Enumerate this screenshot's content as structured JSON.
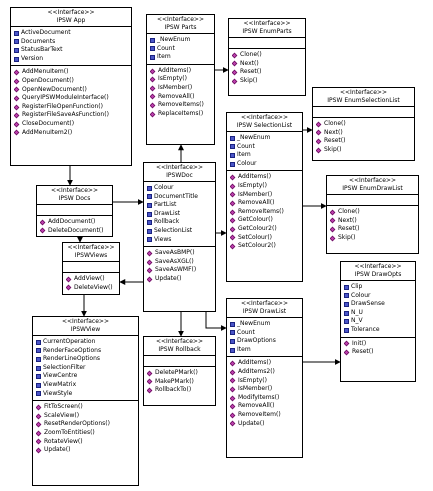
{
  "stereotype": "<<Interface>>",
  "classes": {
    "app": {
      "name": "IPSW App",
      "attributes": [
        "ActiveDocument",
        "Documents",
        "StatusBarText",
        "Version"
      ],
      "operations": [
        "AddMenuItem()",
        "OpenDocument()",
        "OpenNewDocument()",
        "QueryIPSWModuleInterface()",
        "RegisterFileOpenFunction()",
        "RegisterFileSaveAsFunction()",
        "CloseDocument()",
        "AddMenuItem2()"
      ]
    },
    "parts": {
      "name": "IPSW Parts",
      "attributes": [
        "_NewEnum",
        "Count",
        "Item"
      ],
      "operations": [
        "AddItems()",
        "IsEmpty()",
        "IsMember()",
        "RemoveAll()",
        "RemoveItems()",
        "ReplaceItems()"
      ]
    },
    "enumparts": {
      "name": "IPSW EnumParts",
      "attributes": [],
      "operations": [
        "Clone()",
        "Next()",
        "Reset()",
        "Skip()"
      ]
    },
    "enumsel": {
      "name": "IPSW EnumSelectionList",
      "attributes": [],
      "operations": [
        "Clone()",
        "Next()",
        "Reset()",
        "Skip()"
      ]
    },
    "docs": {
      "name": "IPSW Docs",
      "attributes": [],
      "operations": [
        "AddDocument()",
        "DeleteDocument()"
      ]
    },
    "doc": {
      "name": "IPSWDoc",
      "attributes": [
        "Colour",
        "DocumentTitle",
        "PartList",
        "DrawList",
        "Rollback",
        "SelectionList",
        "Views"
      ],
      "operations": [
        "SaveAsBMP()",
        "SaveAsXGL()",
        "SaveAsWMF()",
        "Update()"
      ]
    },
    "sellist": {
      "name": "IPSW SelectionList",
      "attributes": [
        "_NewEnum",
        "Count",
        "Item",
        "Colour"
      ],
      "operations": [
        "AddItems()",
        "IsEmpty()",
        "IsMember()",
        "RemoveAll()",
        "RemoveItems()",
        "GetColour()",
        "GetColour2()",
        "SetColour()",
        "SetColour2()"
      ]
    },
    "enumdraw": {
      "name": "IPSW EnumDrawList",
      "attributes": [],
      "operations": [
        "Clone()",
        "Next()",
        "Reset()",
        "Skip()"
      ]
    },
    "views": {
      "name": "IPSWViews",
      "attributes": [],
      "operations": [
        "AddView()",
        "DeleteView()"
      ]
    },
    "drawopts": {
      "name": "IPSW DrawOpts",
      "attributes": [
        "Clip",
        "Colour",
        "DrawSense",
        "N_U",
        "N_V",
        "Tolerance"
      ],
      "operations": [
        "Init()",
        "Reset()"
      ]
    },
    "drawlist": {
      "name": "IPSW DrawList",
      "attributes": [
        "_NewEnum",
        "Count",
        "DrawOptions",
        "Item"
      ],
      "operations": [
        "AddItems()",
        "AddItems2()",
        "IsEmpty()",
        "IsMember()",
        "ModifyItems()",
        "RemoveAll()",
        "RemoveItem()",
        "Update()"
      ]
    },
    "view": {
      "name": "IPSWView",
      "attributes": [
        "CurrentOperation",
        "RenderFaceOptions",
        "RenderLineOptions",
        "SelectionFilter",
        "ViewCentre",
        "ViewMatrix",
        "ViewStyle"
      ],
      "operations": [
        "FitToScreen()",
        "ScaleView()",
        "ResetRenderOptions()",
        "ZoomToEntities()",
        "RotateView()",
        "Update()"
      ]
    },
    "rollback": {
      "name": "IPSW Rollback",
      "attributes": [],
      "operations": [
        "DeletePMark()",
        "MakePMark()",
        "RollbackTo()"
      ]
    }
  }
}
